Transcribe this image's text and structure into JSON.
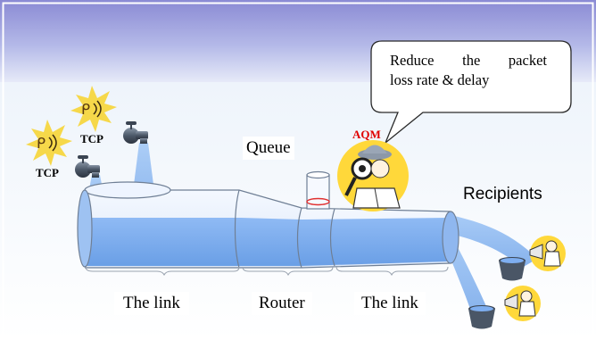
{
  "callout": {
    "line1": "Reduce the packet",
    "line2": "loss rate & delay"
  },
  "labels": {
    "tcp_top": "TCP",
    "tcp_bottom": "TCP",
    "queue": "Queue",
    "aqm": "AQM",
    "recipients": "Recipients",
    "link_left": "The link",
    "router": "Router",
    "link_right": "The link"
  },
  "colors": {
    "header_band": "#8c8cd6",
    "background": "#ffffff",
    "water": "#7eaef0",
    "pipe_outline": "#6f7f95",
    "aqm_text": "#e00000",
    "badge_yellow": "#ffd83a"
  },
  "icons": [
    "faucet-icon",
    "sound-burst-icon",
    "detective-icon",
    "bucket-icon",
    "megaphone-person-icon"
  ]
}
